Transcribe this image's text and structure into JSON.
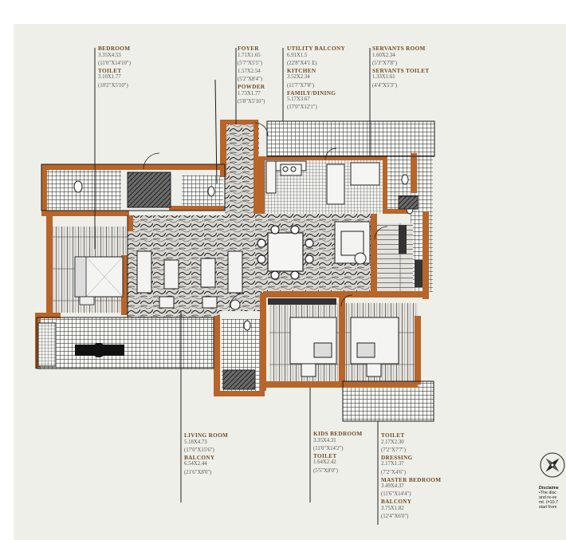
{
  "labels": {
    "bedroom": {
      "name": "BEDROOM",
      "dim1": "3.35X4.53",
      "dim2": "(11'0\"X14'10\")"
    },
    "toilet_a": {
      "name": "TOILET",
      "dim1": "3.10X1.77",
      "dim2": "(10'2\"X5'10\")"
    },
    "foyer": {
      "name": "FOYER",
      "dim1": "1.71X1.65",
      "dim2": "(5'7\"X5'5\")",
      "dim3": "1.57X2.54",
      "dim4": "(5'2\"X8'4\")"
    },
    "powder": {
      "name": "POWDER",
      "dim1": "1.73X1.77",
      "dim2": "(5'8\"X5'10\")"
    },
    "utility": {
      "name": "UTILITY BALCONY",
      "dim1": "6.91X1.5",
      "dim2": "(22'8\"X4'1 E)"
    },
    "kitchen": {
      "name": "KITCHEN",
      "dim1": "3.52X2.34",
      "dim2": "(11'7\"X7'8\")"
    },
    "family": {
      "name": "FAMILY/DINING",
      "dim1": "5.17X3.67",
      "dim2": "(17'0\"X12'1\")"
    },
    "servants_room": {
      "name": "SERVANTS ROOM",
      "dim1": "1.60X2.34",
      "dim2": "(5'3\"X7'8\")"
    },
    "servants_toilet": {
      "name": "SERVANTS TOILET",
      "dim1": "1.33X1.61",
      "dim2": "(4'4\"X5'3\")"
    },
    "living": {
      "name": "LIVING ROOM",
      "dim1": "5.18X4.73",
      "dim2": "(17'0\"X15'6\")"
    },
    "balcony_a": {
      "name": "BALCONY",
      "dim1": "6.54X2.44",
      "dim2": "(21'6\"X8'0\")"
    },
    "kids": {
      "name": "KIDS BEDROOM",
      "dim1": "3.35X4.31",
      "dim2": "(11'0\"X14'2\")"
    },
    "toilet_b": {
      "name": "TOILET",
      "dim1": "1.64X2.42",
      "dim2": "(5'5\"X8'0\")"
    },
    "toilet_c": {
      "name": "TOILET",
      "dim1": "2.17X2.30",
      "dim2": "(7'2\"X7'7\")"
    },
    "dressing": {
      "name": "DRESSING",
      "dim1": "2.17X1.37",
      "dim2": "(7'2\"X4'6\")"
    },
    "master": {
      "name": "MASTER BEDROOM",
      "dim1": "3.49X4.37",
      "dim2": "(11'6\"X14'4\")"
    },
    "balcony_b": {
      "name": "BALCONY",
      "dim1": "3.75X1.82",
      "dim2": "(12'4\"X6'0\")"
    }
  },
  "disclaimer": {
    "line1": "Disclaime",
    "line2": "•The disc",
    "line3": "and re-ve",
    "line4": "mt. (=10.7",
    "line5": "start from"
  },
  "colors": {
    "sheet": "#efefe9",
    "wall": "#b8652a",
    "room_label": "#6f4a26",
    "leader": "#222222"
  },
  "icons": [
    "compass-icon",
    "bed-icon",
    "sofa-icon",
    "dining-table-icon",
    "toilet-icon",
    "sink-icon",
    "stove-icon",
    "door-swing-icon"
  ]
}
